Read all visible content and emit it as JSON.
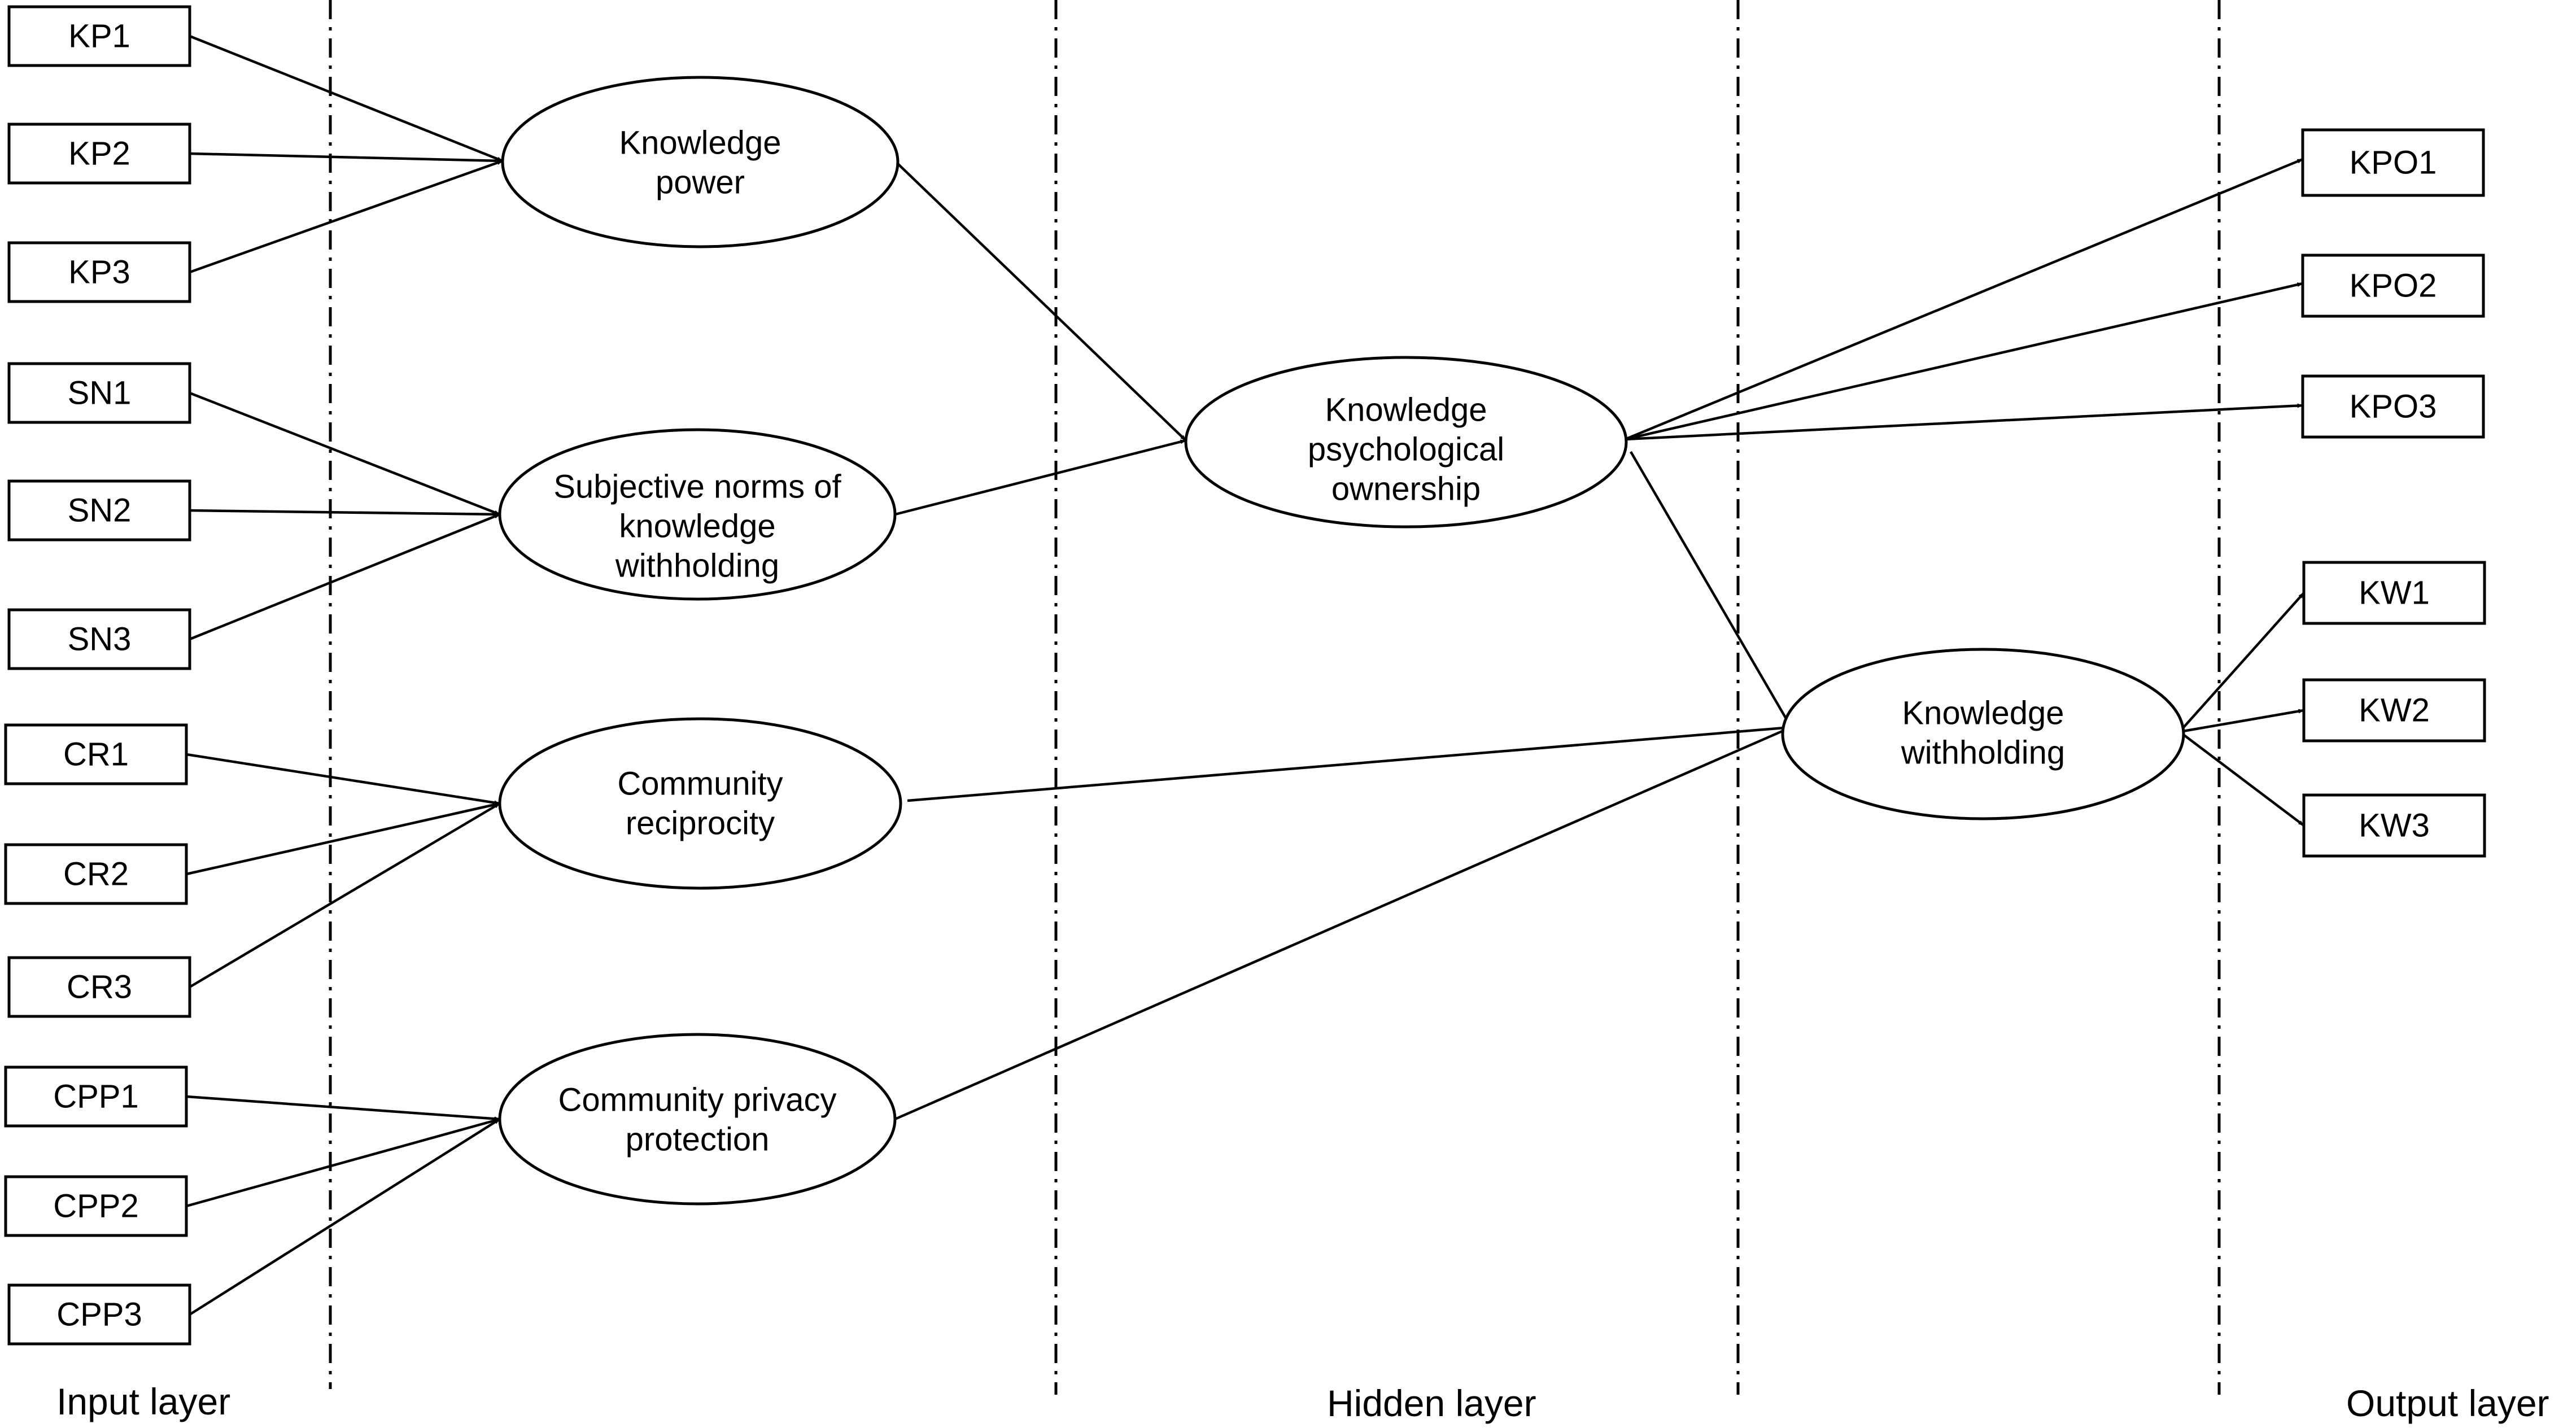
{
  "layers": {
    "input": "Input layer",
    "hidden": "Hidden layer",
    "output": "Output layer"
  },
  "indicators": {
    "KP1": "KP1",
    "KP2": "KP2",
    "KP3": "KP3",
    "SN1": "SN1",
    "SN2": "SN2",
    "SN3": "SN3",
    "CR1": "CR1",
    "CR2": "CR2",
    "CR3": "CR3",
    "CPP1": "CPP1",
    "CPP2": "CPP2",
    "CPP3": "CPP3",
    "KPO1": "KPO1",
    "KPO2": "KPO2",
    "KPO3": "KPO3",
    "KW1": "KW1",
    "KW2": "KW2",
    "KW3": "KW3"
  },
  "constructs": {
    "knowledge_power": [
      "Knowledge",
      "power"
    ],
    "subjective_norms": [
      "Subjective norms of",
      "knowledge",
      "withholding"
    ],
    "community_reciprocity": [
      "Community",
      "reciprocity"
    ],
    "community_privacy": [
      "Community privacy",
      "protection"
    ],
    "psych_ownership": [
      "Knowledge",
      "psychological",
      "ownership"
    ],
    "knowledge_withholding": [
      "Knowledge",
      "withholding"
    ]
  },
  "relations": [
    [
      "KP1",
      "knowledge_power"
    ],
    [
      "KP2",
      "knowledge_power"
    ],
    [
      "KP3",
      "knowledge_power"
    ],
    [
      "SN1",
      "subjective_norms"
    ],
    [
      "SN2",
      "subjective_norms"
    ],
    [
      "SN3",
      "subjective_norms"
    ],
    [
      "CR1",
      "community_reciprocity"
    ],
    [
      "CR2",
      "community_reciprocity"
    ],
    [
      "CR3",
      "community_reciprocity"
    ],
    [
      "CPP1",
      "community_privacy"
    ],
    [
      "CPP2",
      "community_privacy"
    ],
    [
      "CPP3",
      "community_privacy"
    ],
    [
      "knowledge_power",
      "psych_ownership"
    ],
    [
      "subjective_norms",
      "psych_ownership"
    ],
    [
      "community_reciprocity",
      "knowledge_withholding"
    ],
    [
      "community_privacy",
      "knowledge_withholding"
    ],
    [
      "psych_ownership",
      "knowledge_withholding"
    ],
    [
      "psych_ownership",
      "KPO1"
    ],
    [
      "psych_ownership",
      "KPO2"
    ],
    [
      "psych_ownership",
      "KPO3"
    ],
    [
      "knowledge_withholding",
      "KW1"
    ],
    [
      "knowledge_withholding",
      "KW2"
    ],
    [
      "knowledge_withholding",
      "KW3"
    ]
  ]
}
